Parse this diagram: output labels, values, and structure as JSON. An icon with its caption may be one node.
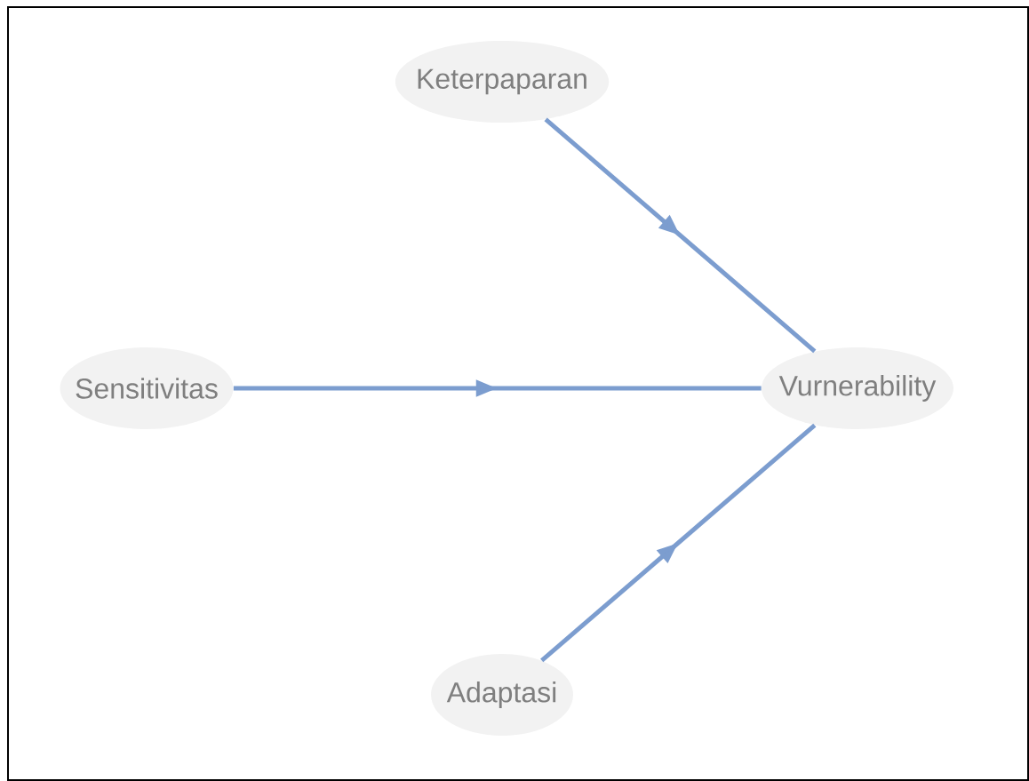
{
  "diagram": {
    "nodes": [
      {
        "text": [
          "Keterpaparan"
        ]
      },
      {
        "text": [
          "Sensitivitas"
        ]
      },
      {
        "text": [
          "Vurnerability"
        ]
      },
      {
        "text": [
          "Adaptasi"
        ]
      }
    ],
    "edges": [
      {
        "from": 0,
        "to": 2,
        "arrow": "to"
      },
      {
        "from": 1,
        "to": 2,
        "arrow": "to"
      },
      {
        "from": 3,
        "to": 2,
        "arrow": "to"
      }
    ]
  }
}
